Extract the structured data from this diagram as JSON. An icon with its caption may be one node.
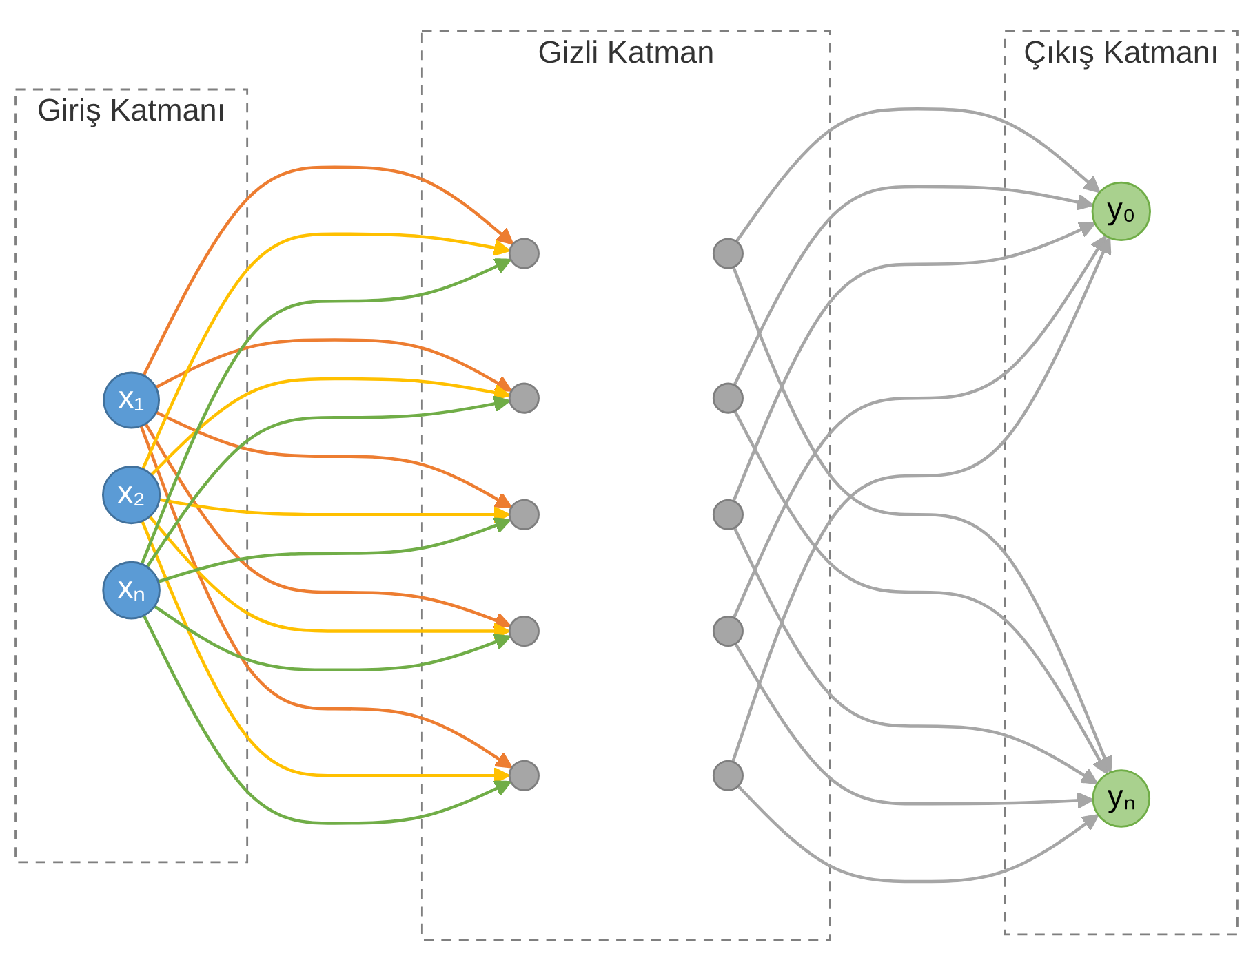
{
  "diagram": {
    "nodes": [
      {
        "text": [
          "Giriş Katmanı"
        ]
      },
      {
        "text": [
          "x₁"
        ],
        "in": 0
      },
      {
        "text": [
          "x₂"
        ],
        "in": 0
      },
      {
        "text": [
          "xₙ"
        ],
        "in": 0
      },
      {
        "text": [
          "Gizli Katman"
        ]
      },
      {
        "text": [],
        "shape": "circle",
        "in": 4
      },
      {
        "text": [],
        "shape": "circle",
        "in": 4
      },
      {
        "text": [],
        "shape": "circle",
        "in": 4
      },
      {
        "text": [],
        "shape": "circle",
        "in": 4
      },
      {
        "text": [],
        "shape": "circle",
        "in": 4
      },
      {
        "text": [],
        "shape": "circle",
        "in": 4
      },
      {
        "text": [],
        "shape": "circle",
        "in": 4
      },
      {
        "text": [],
        "shape": "circle",
        "in": 4
      },
      {
        "text": [],
        "shape": "circle",
        "in": 4
      },
      {
        "text": [],
        "shape": "circle",
        "in": 4
      },
      {
        "text": [
          "Çıkış Katmanı"
        ]
      },
      {
        "text": [
          "y₀"
        ],
        "in": 15
      },
      {
        "text": [
          "yₙ"
        ],
        "in": 15
      }
    ],
    "edges": [
      {
        "from": 1,
        "to": 5,
        "arrow": "to",
        "color": "#ed7d31"
      },
      {
        "from": 1,
        "to": 7,
        "arrow": "to",
        "color": "#ed7d31"
      },
      {
        "from": 1,
        "to": 9,
        "arrow": "to",
        "color": "#ed7d31"
      },
      {
        "from": 1,
        "to": 11,
        "arrow": "to",
        "color": "#ed7d31"
      },
      {
        "from": 1,
        "to": 13,
        "arrow": "to",
        "color": "#ed7d31"
      },
      {
        "from": 2,
        "to": 5,
        "arrow": "to",
        "color": "#ffc000"
      },
      {
        "from": 2,
        "to": 7,
        "arrow": "to",
        "color": "#ffc000"
      },
      {
        "from": 2,
        "to": 9,
        "arrow": "to",
        "color": "#ffc000"
      },
      {
        "from": 2,
        "to": 11,
        "arrow": "to",
        "color": "#ffc000"
      },
      {
        "from": 2,
        "to": 13,
        "arrow": "to",
        "color": "#ffc000"
      },
      {
        "from": 3,
        "to": 5,
        "arrow": "to",
        "color": "#70ad47"
      },
      {
        "from": 3,
        "to": 7,
        "arrow": "to",
        "color": "#70ad47"
      },
      {
        "from": 3,
        "to": 9,
        "arrow": "to",
        "color": "#70ad47"
      },
      {
        "from": 3,
        "to": 11,
        "arrow": "to",
        "color": "#70ad47"
      },
      {
        "from": 3,
        "to": 13,
        "arrow": "to",
        "color": "#70ad47"
      },
      {
        "from": 6,
        "to": 16,
        "arrow": "to",
        "color": "#a6a6a6"
      },
      {
        "from": 6,
        "to": 17,
        "arrow": "to",
        "color": "#a6a6a6"
      },
      {
        "from": 8,
        "to": 16,
        "arrow": "to",
        "color": "#a6a6a6"
      },
      {
        "from": 8,
        "to": 17,
        "arrow": "to",
        "color": "#a6a6a6"
      },
      {
        "from": 10,
        "to": 16,
        "arrow": "to",
        "color": "#a6a6a6"
      },
      {
        "from": 10,
        "to": 17,
        "arrow": "to",
        "color": "#a6a6a6"
      },
      {
        "from": 12,
        "to": 16,
        "arrow": "to",
        "color": "#a6a6a6"
      },
      {
        "from": 12,
        "to": 17,
        "arrow": "to",
        "color": "#a6a6a6"
      },
      {
        "from": 14,
        "to": 16,
        "arrow": "to",
        "color": "#a6a6a6"
      },
      {
        "from": 14,
        "to": 17,
        "arrow": "to",
        "color": "#a6a6a6"
      }
    ]
  }
}
